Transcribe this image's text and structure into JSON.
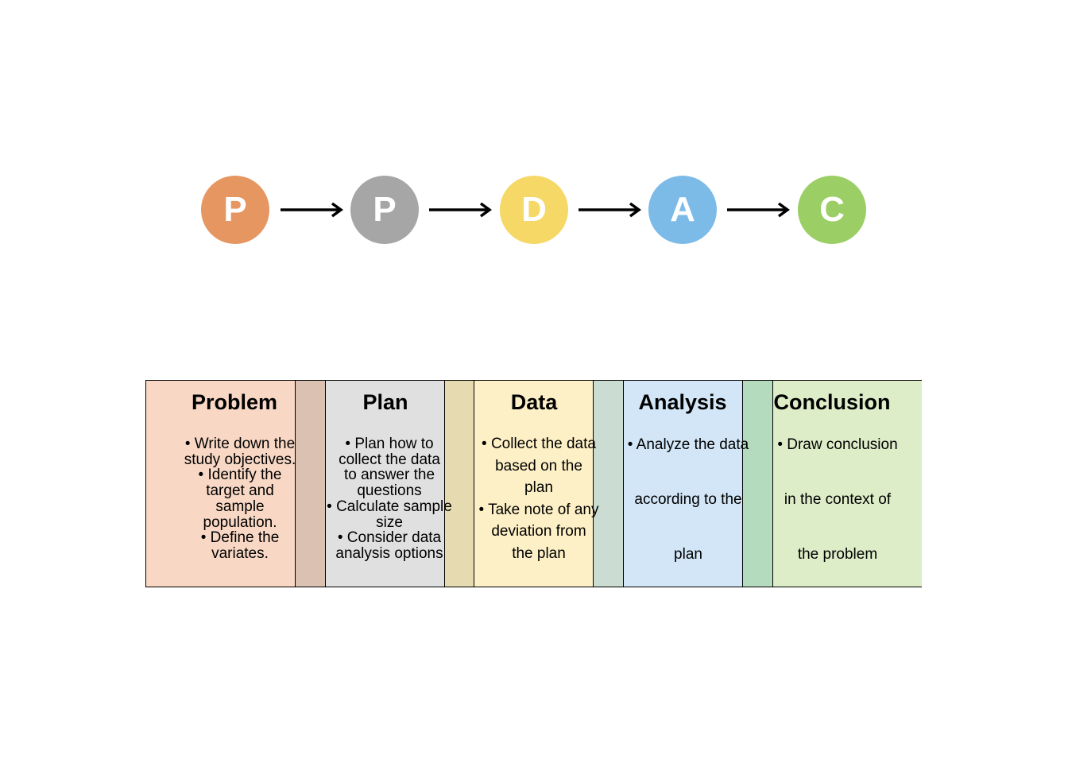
{
  "steps": [
    {
      "letter": "P",
      "color": "#e69661"
    },
    {
      "letter": "P",
      "color": "#a6a6a6"
    },
    {
      "letter": "D",
      "color": "#f5d865"
    },
    {
      "letter": "A",
      "color": "#7cbbe8"
    },
    {
      "letter": "C",
      "color": "#9bcf65"
    }
  ],
  "columns": [
    {
      "title": "Problem",
      "lines": [
        "• Write down the",
        "study objectives.",
        "• Identify the",
        "target and",
        "sample",
        "population.",
        "• Define the",
        "variates."
      ],
      "fill": "#f8d8c5",
      "band": "#dbc1b1"
    },
    {
      "title": "Plan",
      "lines": [
        "• Plan how to",
        "collect the data",
        "to answer the",
        "questions",
        "• Calculate sample",
        "size",
        "• Consider data",
        "analysis options"
      ],
      "fill": "#e0e0e0",
      "band": "#e6dbb0"
    },
    {
      "title": "Data",
      "lines": [
        "• Collect the data",
        "based on the",
        "plan",
        "• Take note of any",
        "deviation from",
        "the plan"
      ],
      "fill": "#fdf0c6",
      "band": "#cbdcd2"
    },
    {
      "title": "Analysis",
      "lines": [
        "• Analyze the data",
        "according to the",
        "plan"
      ],
      "fill": "#d2e6f7",
      "band": "#b5dbbe"
    },
    {
      "title": "Conclusion",
      "lines": [
        "• Draw conclusion",
        "in the context of",
        "the problem"
      ],
      "fill": "#dcedc8",
      "band": null
    }
  ]
}
